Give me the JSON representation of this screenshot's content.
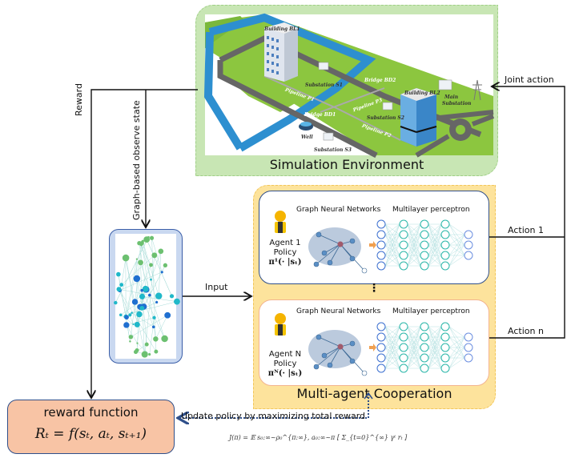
{
  "simulation_environment": {
    "title": "Simulation Environment",
    "labels": {
      "building_bl1": "Building BL1",
      "building_bl2": "Building BL2",
      "substation_s1": "Substation S1",
      "substation_s2": "Substation S2",
      "substation_s3": "Substation S3",
      "main_substation_line1": "Main",
      "main_substation_line2": "Substation",
      "bridge_bd1": "Bridge BD1",
      "bridge_bd2": "Bridge BD2",
      "pipeline_p1": "Pipeline P1",
      "pipeline_p2": "Pipeline P2",
      "pipeline_p3": "Pipeline P3",
      "well": "Well"
    }
  },
  "multi_agent": {
    "title": "Multi-agent Cooperation",
    "ellipsis": "⋮",
    "agents": [
      {
        "gnn_label": "Graph Neural Networks",
        "mlp_label": "Multilayer perceptron",
        "name": "Agent 1",
        "policy": "Policy",
        "policy_formula": "π¹(· |sₜ)"
      },
      {
        "gnn_label": "Graph Neural Networks",
        "mlp_label": "Multilayer perceptron",
        "name": "Agent N",
        "policy": "Policy",
        "policy_formula": "πᴺ(· |sₜ)"
      }
    ]
  },
  "edges": {
    "reward": "Reward",
    "graph_state": "Graph-based observe state",
    "input": "Input",
    "joint_action": "Joint action",
    "action_1": "Action 1",
    "action_n": "Action n",
    "update_policy": "Update policy by maximizing total reward"
  },
  "reward_function": {
    "title": "reward function",
    "equation": "Rₜ = f(sₜ, aₜ, sₜ₊₁)"
  },
  "objective": {
    "equation": "J(π) = 𝔼 s₀:∞~ρ₀^{π:∞}, a₀:∞~π [ Σ_{t=0}^{∞} γᵗ rₜ ]"
  },
  "colors": {
    "env_fill": "#c8e6b4",
    "mac_fill": "#fde39c",
    "reward_fill": "#f8c4a5",
    "graph_box_fill": "#c9d8f0",
    "agent1_border": "#2f4f8a",
    "agentN_border": "#f3b48f",
    "update_arrow": "#2f4f8a"
  }
}
